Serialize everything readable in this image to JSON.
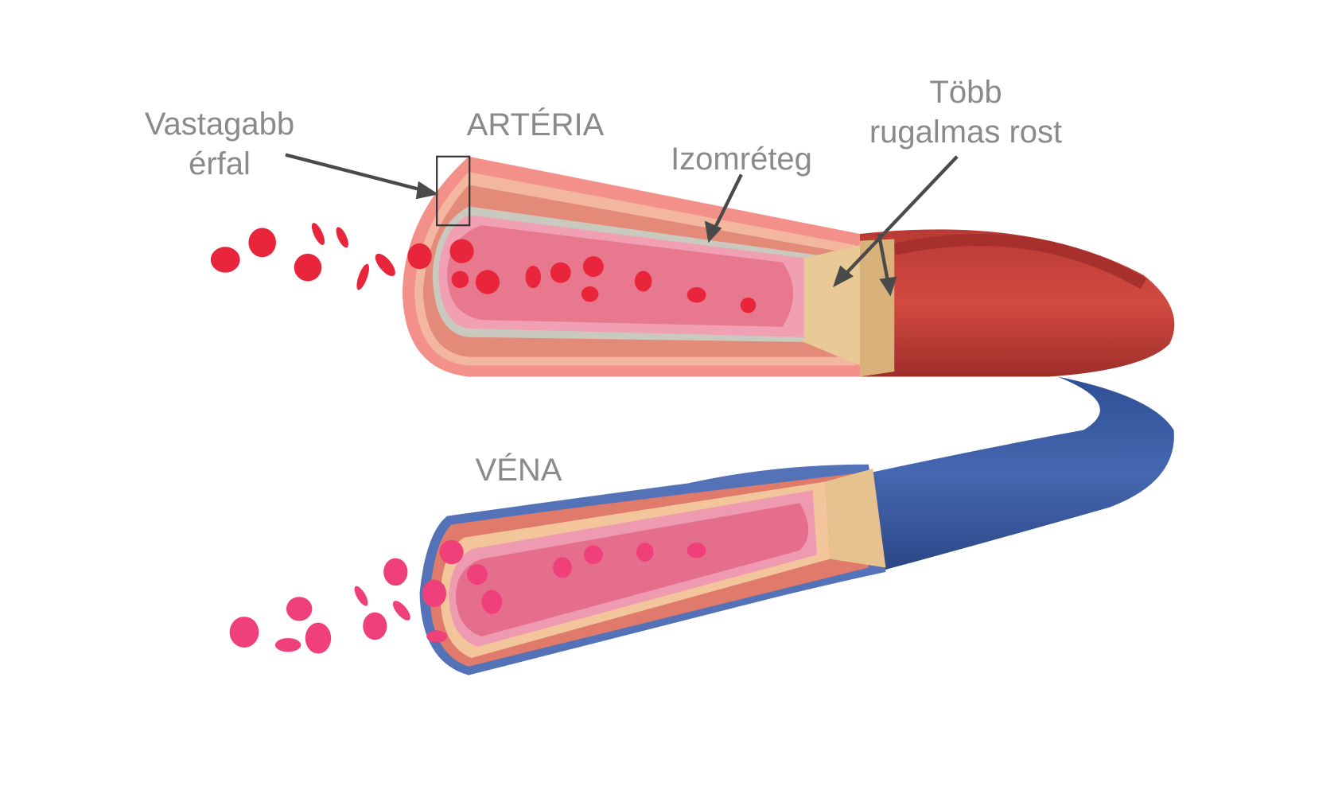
{
  "labels": {
    "thicker_wall_line1": "Vastagabb",
    "thicker_wall_line2": "érfal",
    "artery": "ARTÉRIA",
    "muscle_layer": "Izomréteg",
    "elastic_line1": "Több",
    "elastic_line2": "rugalmas rost",
    "vein": "VÉNA"
  },
  "colors": {
    "artery": "#c8413a",
    "vein": "#3d5fa6",
    "blood_cell_artery": "#e8253a",
    "blood_cell_vein": "#f0407a",
    "lumen": "#f29aae",
    "label_text": "#8a8a8a",
    "arrow": "#4a4a4a"
  }
}
